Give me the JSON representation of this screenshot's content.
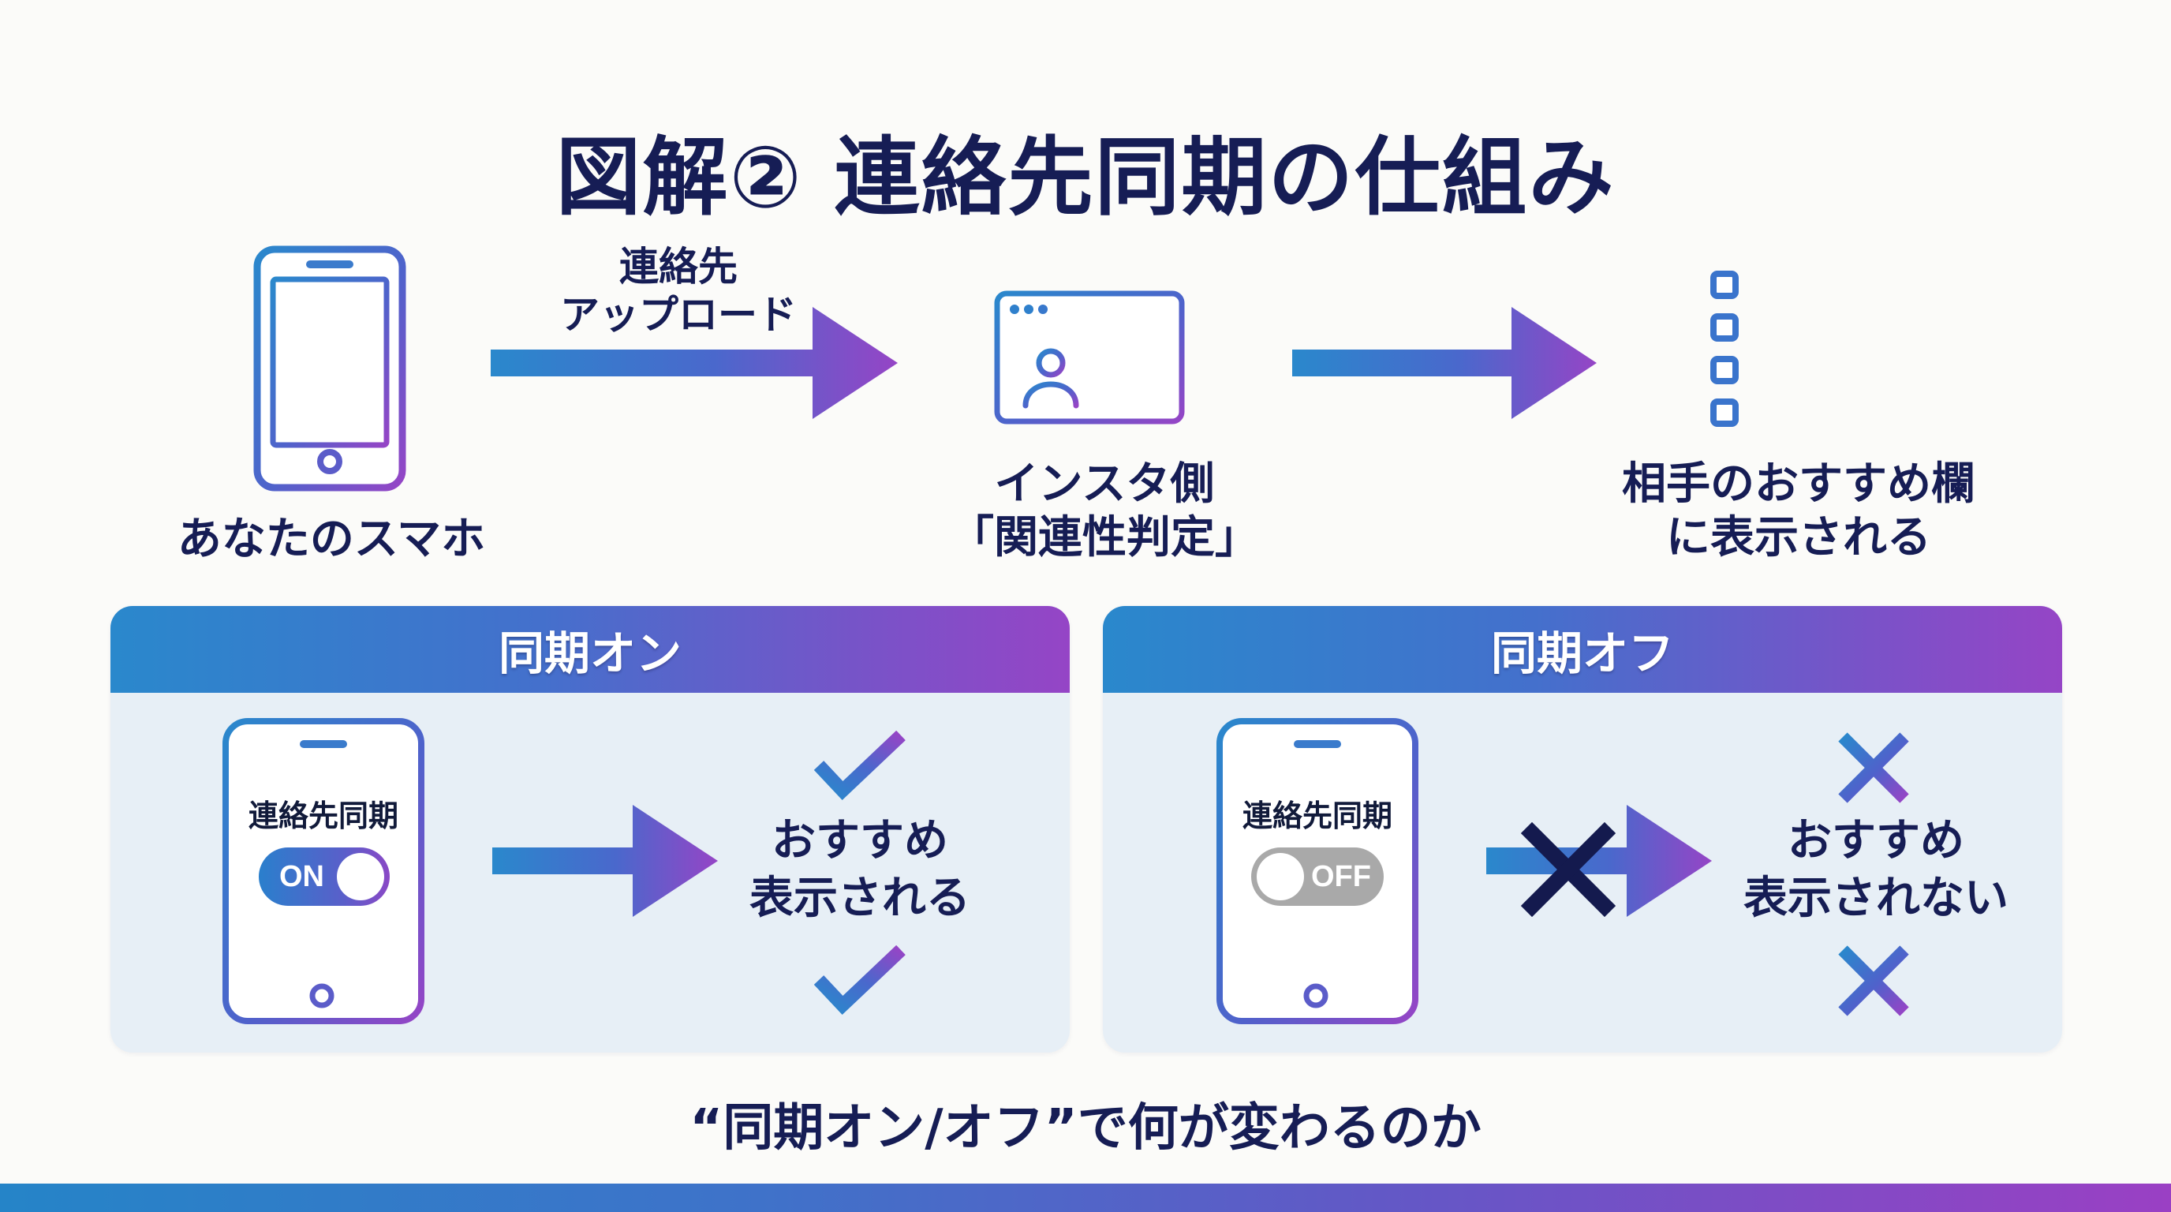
{
  "title": "図解② 連絡先同期の仕組み",
  "colors": {
    "navy_text": "#161d55",
    "gradient_start": "#2a88cc",
    "gradient_end": "#9545c6",
    "panel_bg": "#e7eff6",
    "toggle_off_gray": "#a9a9a9"
  },
  "flow": {
    "steps": [
      {
        "icon": "smartphone-icon",
        "label": "あなたのスマホ"
      },
      {
        "icon": "profile-window-icon",
        "label_line1": "インスタ側",
        "label_line2": "「関連性判定」"
      },
      {
        "icon": "list-icon",
        "label_line1": "相手のおすすめ欄",
        "label_line2": "に表示される"
      }
    ],
    "arrow1_label_line1": "連絡先",
    "arrow1_label_line2": "アップロード"
  },
  "panels": {
    "on": {
      "header": "同期オン",
      "phone_label": "連絡先同期",
      "toggle_label": "ON",
      "toggle_state": "on",
      "result_line1": "おすすめ",
      "result_line2": "表示される",
      "marker_icon": "check-icon"
    },
    "off": {
      "header": "同期オフ",
      "phone_label": "連絡先同期",
      "toggle_label": "OFF",
      "toggle_state": "off",
      "result_line1": "おすすめ",
      "result_line2": "表示されない",
      "marker_icon": "cross-icon"
    }
  },
  "footer": "“同期オン/オフ”で何が変わるのか"
}
